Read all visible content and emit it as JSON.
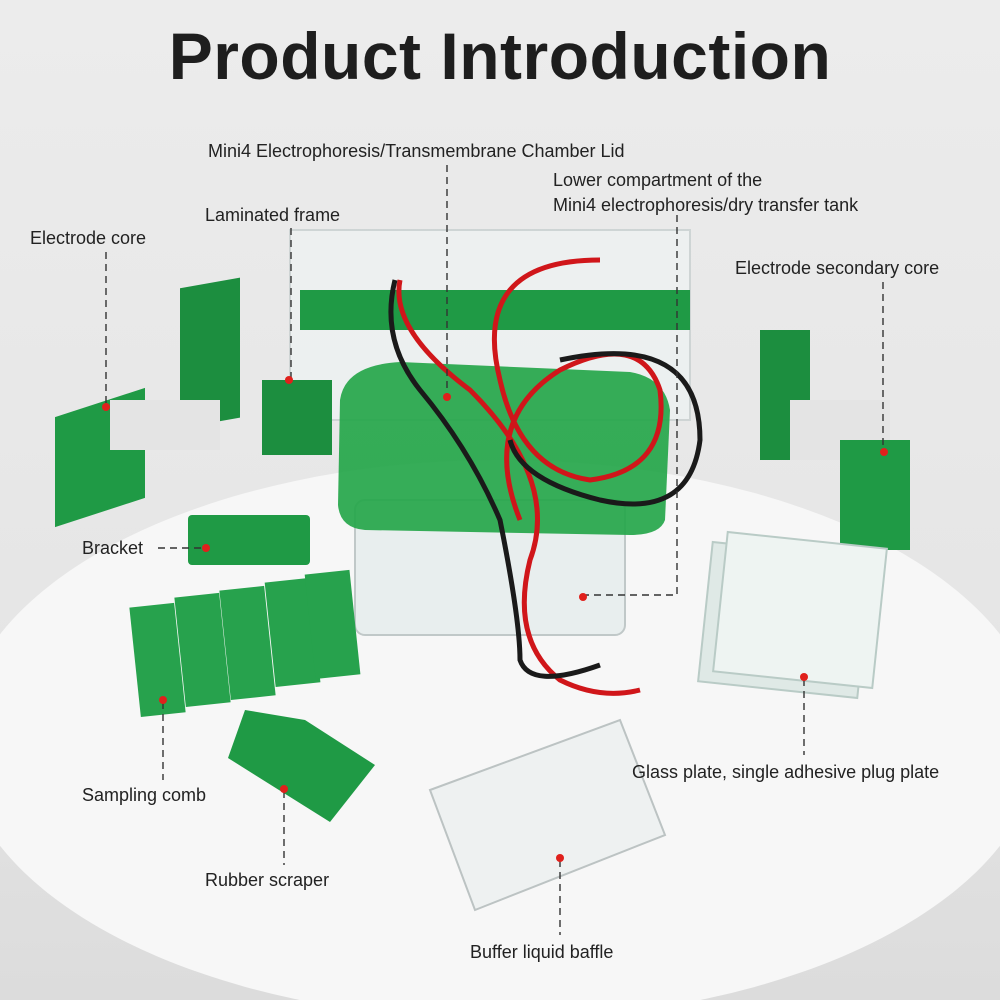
{
  "title": "Product Introduction",
  "labels": {
    "lid": "Mini4 Electrophoresis/Transmembrane Chamber Lid",
    "lower_line1": "Lower compartment of the",
    "lower_line2": "Mini4 electrophoresis/dry transfer tank",
    "laminated_frame": "Laminated frame",
    "electrode_core": "Electrode core",
    "electrode_secondary_core": "Electrode secondary core",
    "bracket": "Bracket",
    "sampling_comb": "Sampling comb",
    "rubber_scraper": "Rubber scraper",
    "glass_plate": "Glass plate, single adhesive plug plate",
    "buffer_baffle": "Buffer liquid baffle"
  },
  "colors": {
    "accent_green": "#1f9a45",
    "marker_red": "#e0201c",
    "lead_red": "#d0161a"
  }
}
